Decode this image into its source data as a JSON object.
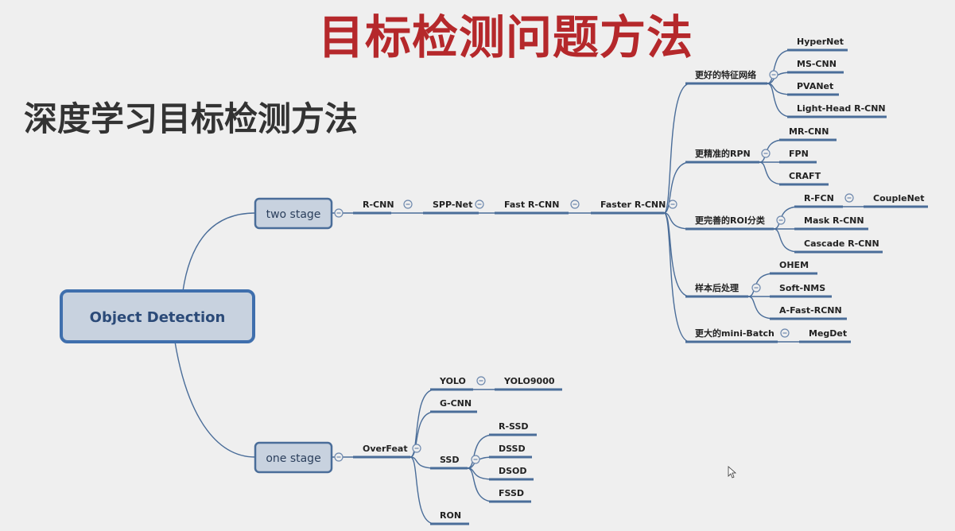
{
  "title": "目标检测问题方法",
  "subtitle": "深度学习目标检测方法",
  "colors": {
    "line": "#4a6d99",
    "title": "#b5282b",
    "box_fill": "#c8d2df",
    "box_border": "#3f6fad"
  },
  "root": "Object Detection",
  "two_stage": {
    "label": "two stage",
    "chain": [
      "R-CNN",
      "SPP-Net",
      "Fast R-CNN",
      "Faster R-CNN"
    ],
    "branches": [
      {
        "label": "更好的特征网络",
        "children": [
          "HyperNet",
          "MS-CNN",
          "PVANet",
          "Light-Head R-CNN"
        ]
      },
      {
        "label": "更精准的RPN",
        "children": [
          "MR-CNN",
          "FPN",
          "CRAFT"
        ]
      },
      {
        "label": "更完善的ROI分类",
        "children": [
          "R-FCN",
          "Mask R-CNN",
          "Cascade R-CNN"
        ],
        "sub": "CoupleNet"
      },
      {
        "label": "样本后处理",
        "children": [
          "OHEM",
          "Soft-NMS",
          "A-Fast-RCNN"
        ]
      },
      {
        "label": "更大的mini-Batch",
        "children": [
          "MegDet"
        ]
      }
    ]
  },
  "one_stage": {
    "label": "one stage",
    "node": "OverFeat",
    "children": [
      "YOLO",
      "G-CNN",
      "SSD",
      "RON"
    ],
    "yolo_child": "YOLO9000",
    "ssd_children": [
      "R-SSD",
      "DSSD",
      "DSOD",
      "FSSD"
    ]
  }
}
